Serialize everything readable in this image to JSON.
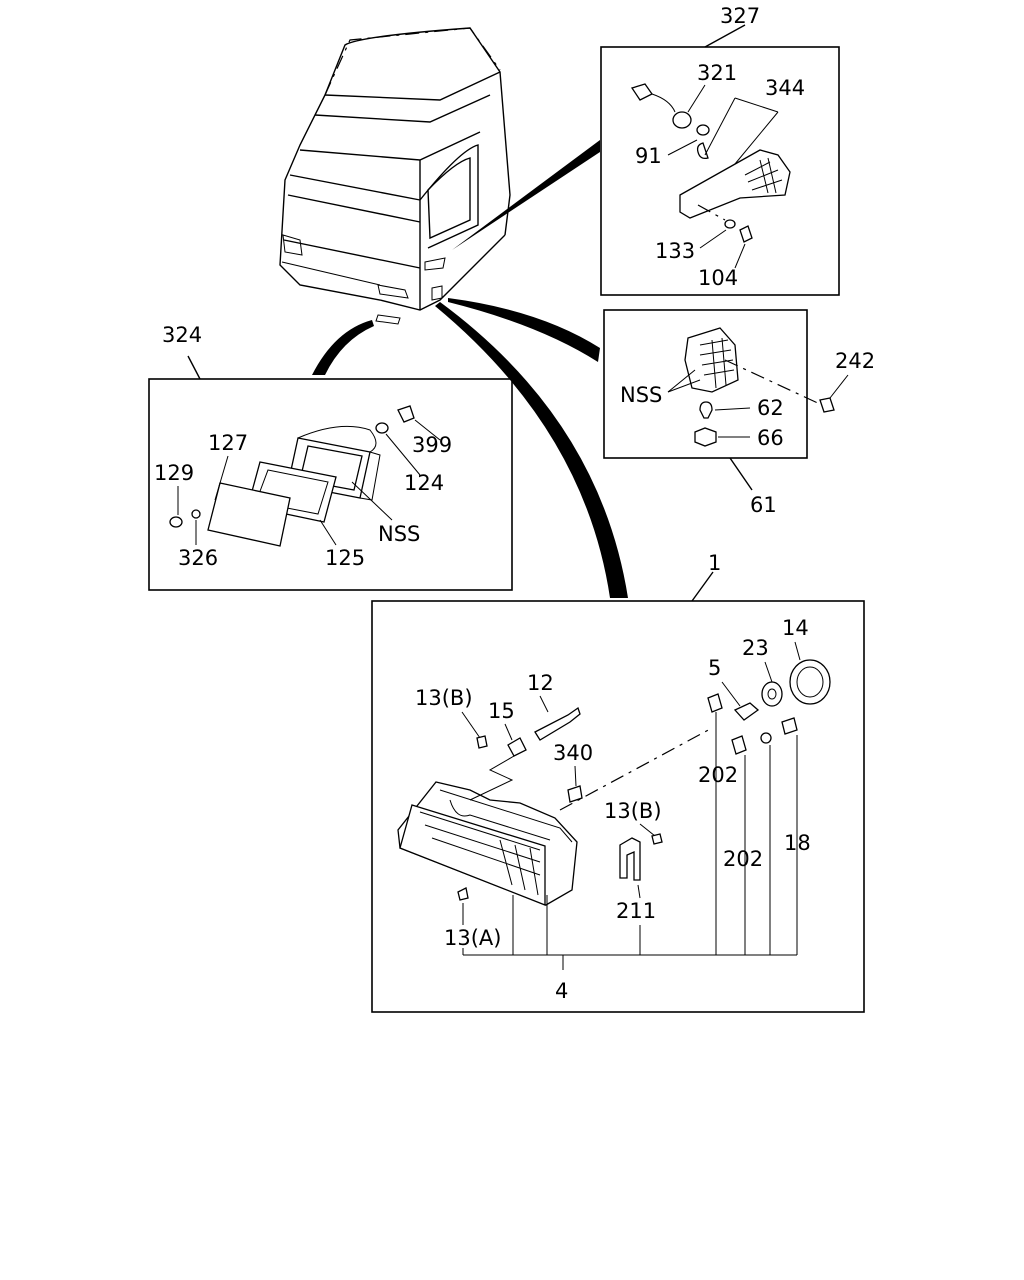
{
  "callouts": {
    "c327": "327",
    "c321": "321",
    "c344": "344",
    "c91": "91",
    "c133": "133",
    "c104": "104",
    "c324": "324",
    "c127": "127",
    "c129": "129",
    "c326": "326",
    "c125": "125",
    "c124": "124",
    "c399": "399",
    "nss_side": "NSS",
    "c242": "242",
    "nss_fog": "NSS",
    "c62": "62",
    "c66": "66",
    "c61": "61",
    "c1": "1",
    "c14": "14",
    "c23": "23",
    "c5": "5",
    "c12": "12",
    "c13b_top": "13(B)",
    "c15": "15",
    "c340": "340",
    "c202_a": "202",
    "c13b_mid": "13(B)",
    "c202_b": "202",
    "c18": "18",
    "c211": "211",
    "c13a": "13(A)",
    "c4": "4"
  }
}
